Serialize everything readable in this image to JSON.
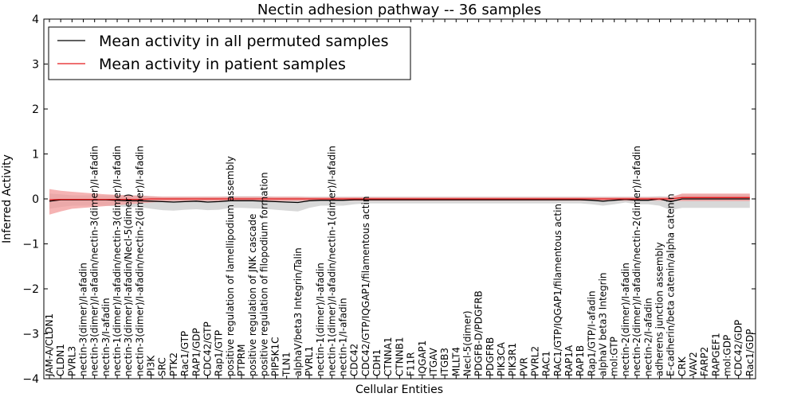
{
  "chart_data": {
    "type": "line",
    "title": "Nectin adhesion pathway -- 36 samples",
    "xlabel": "Cellular Entities",
    "ylabel": "Inferred Activity",
    "ylim": [
      -4,
      4
    ],
    "yticks": [
      -4,
      -3,
      -2,
      -1,
      0,
      1,
      2,
      3,
      4
    ],
    "ytick_labels": [
      "−4",
      "−3",
      "−2",
      "−1",
      "0",
      "1",
      "2",
      "3",
      "4"
    ],
    "grid": false,
    "legend_position": "top-left",
    "categories": [
      "JAM-A/CLDN1",
      "CLDN1",
      "PVRL3",
      "nectin-3(dimer)/I-afadin",
      "nectin-3(dimer)/I-afadin/nectin-3(dimer)/I-afadin",
      "nectin-3/I-afadin",
      "nectin-1(dimer)/I-afadin/nectin-3(dimer)/I-afadin",
      "nectin-3(dimer)/I-afadin/Necl-5(dimer)",
      "nectin-3(dimer)/I-afadin/nectin-2(dimer)/I-afadin",
      "PI3K",
      "SRC",
      "PTK2",
      "Rac1/GTP",
      "RAP1/GDP",
      "CDC42/GTP",
      "Rap1/GTP",
      "positive regulation of lamellipodium assembly",
      "PTPRM",
      "positive regulation of JNK cascade",
      "positive regulation of filopodium formation",
      "PIP5K1C",
      "TLN1",
      "alphaV/beta3 Integrin/Talin",
      "PVRL1",
      "nectin-1(dimer)/I-afadin",
      "nectin-1(dimer)/I-afadin/nectin-1(dimer)/I-afadin",
      "nectin-1/I-afadin",
      "CDC42",
      "CDC42/GTP/IQGAP1/filamentous actin",
      "CDH1",
      "CTNNA1",
      "CTNNB1",
      "F11R",
      "IQGAP1",
      "ITGAV",
      "ITGB3",
      "MLLT4",
      "Necl-5(dimer)",
      "PDGFB-D/PDGFRB",
      "PDGFRB",
      "PIK3CA",
      "PIK3R1",
      "PVR",
      "PVRL2",
      "RAC1",
      "RAC1/GTP/IQGAP1/filamentous actin",
      "RAP1A",
      "RAP1B",
      "Rap1/GTP/I-afadin",
      "alphaV beta3 Integrin",
      "mol:GTP",
      "nectin-2(dimer)/I-afadin",
      "nectin-2(dimer)/I-afadin/nectin-2(dimer)/I-afadin",
      "nectin-2/I-afadin",
      "adherens junction assembly",
      "E-cadherin/beta catenin/alpha catenin",
      "CRK",
      "VAV2",
      "FARP2",
      "RAPGEF1",
      "mol:GDP",
      "CDC42/GDP",
      "Rac1/GDP"
    ],
    "series": [
      {
        "name": "Mean activity in all permuted samples",
        "color": "#000000",
        "band_color": "#c8c8c8",
        "values": [
          -0.05,
          -0.02,
          -0.02,
          -0.02,
          -0.02,
          -0.02,
          -0.03,
          -0.04,
          -0.04,
          -0.05,
          -0.06,
          -0.07,
          -0.06,
          -0.05,
          -0.07,
          -0.06,
          -0.04,
          -0.04,
          -0.04,
          -0.05,
          -0.06,
          -0.07,
          -0.08,
          -0.04,
          -0.03,
          -0.03,
          -0.03,
          -0.02,
          -0.02,
          -0.02,
          -0.02,
          -0.02,
          -0.02,
          -0.02,
          -0.02,
          -0.02,
          -0.02,
          -0.02,
          -0.02,
          -0.02,
          -0.02,
          -0.02,
          -0.02,
          -0.02,
          -0.02,
          -0.02,
          -0.02,
          -0.02,
          -0.03,
          -0.05,
          -0.03,
          -0.01,
          -0.03,
          -0.03,
          0.0,
          -0.06,
          0.0,
          0.0,
          0.0,
          0.0,
          0.0,
          0.0,
          0.0
        ],
        "lower": [
          -0.22,
          -0.18,
          -0.15,
          -0.15,
          -0.15,
          -0.15,
          -0.17,
          -0.18,
          -0.18,
          -0.22,
          -0.25,
          -0.26,
          -0.24,
          -0.23,
          -0.25,
          -0.24,
          -0.2,
          -0.2,
          -0.21,
          -0.22,
          -0.24,
          -0.26,
          -0.28,
          -0.2,
          -0.15,
          -0.15,
          -0.15,
          -0.12,
          -0.1,
          -0.1,
          -0.1,
          -0.1,
          -0.1,
          -0.1,
          -0.1,
          -0.1,
          -0.1,
          -0.1,
          -0.1,
          -0.1,
          -0.1,
          -0.1,
          -0.1,
          -0.1,
          -0.1,
          -0.1,
          -0.1,
          -0.1,
          -0.12,
          -0.15,
          -0.12,
          -0.08,
          -0.12,
          -0.12,
          -0.15,
          -0.25,
          -0.2,
          -0.2,
          -0.2,
          -0.2,
          -0.2,
          -0.2,
          -0.2
        ],
        "upper": [
          0.12,
          0.1,
          0.08,
          0.08,
          0.08,
          0.08,
          0.08,
          0.08,
          0.08,
          0.06,
          0.05,
          0.05,
          0.05,
          0.05,
          0.05,
          0.05,
          0.06,
          0.06,
          0.06,
          0.06,
          0.05,
          0.05,
          0.05,
          0.05,
          0.05,
          0.05,
          0.05,
          0.05,
          0.05,
          0.05,
          0.05,
          0.05,
          0.05,
          0.05,
          0.05,
          0.05,
          0.05,
          0.05,
          0.05,
          0.05,
          0.05,
          0.05,
          0.05,
          0.05,
          0.05,
          0.05,
          0.05,
          0.05,
          0.05,
          0.05,
          0.05,
          0.05,
          0.05,
          0.05,
          0.06,
          0.05,
          0.1,
          0.1,
          0.1,
          0.1,
          0.1,
          0.1,
          0.1
        ]
      },
      {
        "name": "Mean activity in patient samples",
        "color": "#e31a1c",
        "band_color": "#f29a9a",
        "values": [
          -0.02,
          -0.01,
          -0.01,
          -0.01,
          -0.01,
          -0.01,
          -0.01,
          -0.01,
          -0.01,
          0.0,
          0.0,
          0.0,
          0.0,
          0.0,
          0.0,
          0.0,
          0.0,
          0.0,
          0.0,
          0.0,
          0.0,
          0.0,
          0.0,
          0.0,
          0.0,
          0.0,
          0.0,
          0.0,
          0.0,
          0.0,
          0.0,
          0.0,
          0.0,
          0.0,
          0.0,
          0.0,
          0.0,
          0.0,
          0.0,
          0.0,
          0.0,
          0.0,
          0.0,
          0.0,
          0.0,
          0.0,
          0.0,
          0.0,
          0.0,
          0.0,
          0.0,
          0.0,
          0.0,
          0.0,
          0.0,
          0.0,
          0.03,
          0.03,
          0.03,
          0.03,
          0.03,
          0.03,
          0.03
        ],
        "lower": [
          -0.35,
          -0.28,
          -0.22,
          -0.2,
          -0.18,
          -0.16,
          -0.14,
          -0.12,
          -0.1,
          -0.08,
          -0.06,
          -0.05,
          -0.05,
          -0.05,
          -0.05,
          -0.05,
          -0.05,
          -0.05,
          -0.05,
          -0.05,
          -0.05,
          -0.05,
          -0.05,
          -0.04,
          -0.04,
          -0.04,
          -0.04,
          -0.04,
          -0.04,
          -0.04,
          -0.04,
          -0.04,
          -0.04,
          -0.04,
          -0.04,
          -0.04,
          -0.04,
          -0.04,
          -0.04,
          -0.04,
          -0.04,
          -0.04,
          -0.04,
          -0.04,
          -0.04,
          -0.04,
          -0.04,
          -0.04,
          -0.04,
          -0.04,
          -0.04,
          -0.04,
          -0.04,
          -0.04,
          -0.04,
          -0.04,
          -0.05,
          -0.05,
          -0.05,
          -0.05,
          -0.05,
          -0.05,
          -0.05
        ],
        "upper": [
          0.22,
          0.18,
          0.16,
          0.14,
          0.12,
          0.1,
          0.09,
          0.08,
          0.07,
          0.06,
          0.05,
          0.05,
          0.05,
          0.05,
          0.05,
          0.05,
          0.05,
          0.05,
          0.05,
          0.05,
          0.05,
          0.05,
          0.05,
          0.04,
          0.04,
          0.04,
          0.04,
          0.04,
          0.04,
          0.04,
          0.04,
          0.04,
          0.04,
          0.04,
          0.04,
          0.04,
          0.04,
          0.04,
          0.04,
          0.04,
          0.04,
          0.04,
          0.04,
          0.04,
          0.04,
          0.04,
          0.04,
          0.04,
          0.04,
          0.04,
          0.04,
          0.04,
          0.04,
          0.04,
          0.04,
          0.04,
          0.12,
          0.12,
          0.12,
          0.12,
          0.12,
          0.12,
          0.12
        ]
      }
    ]
  }
}
